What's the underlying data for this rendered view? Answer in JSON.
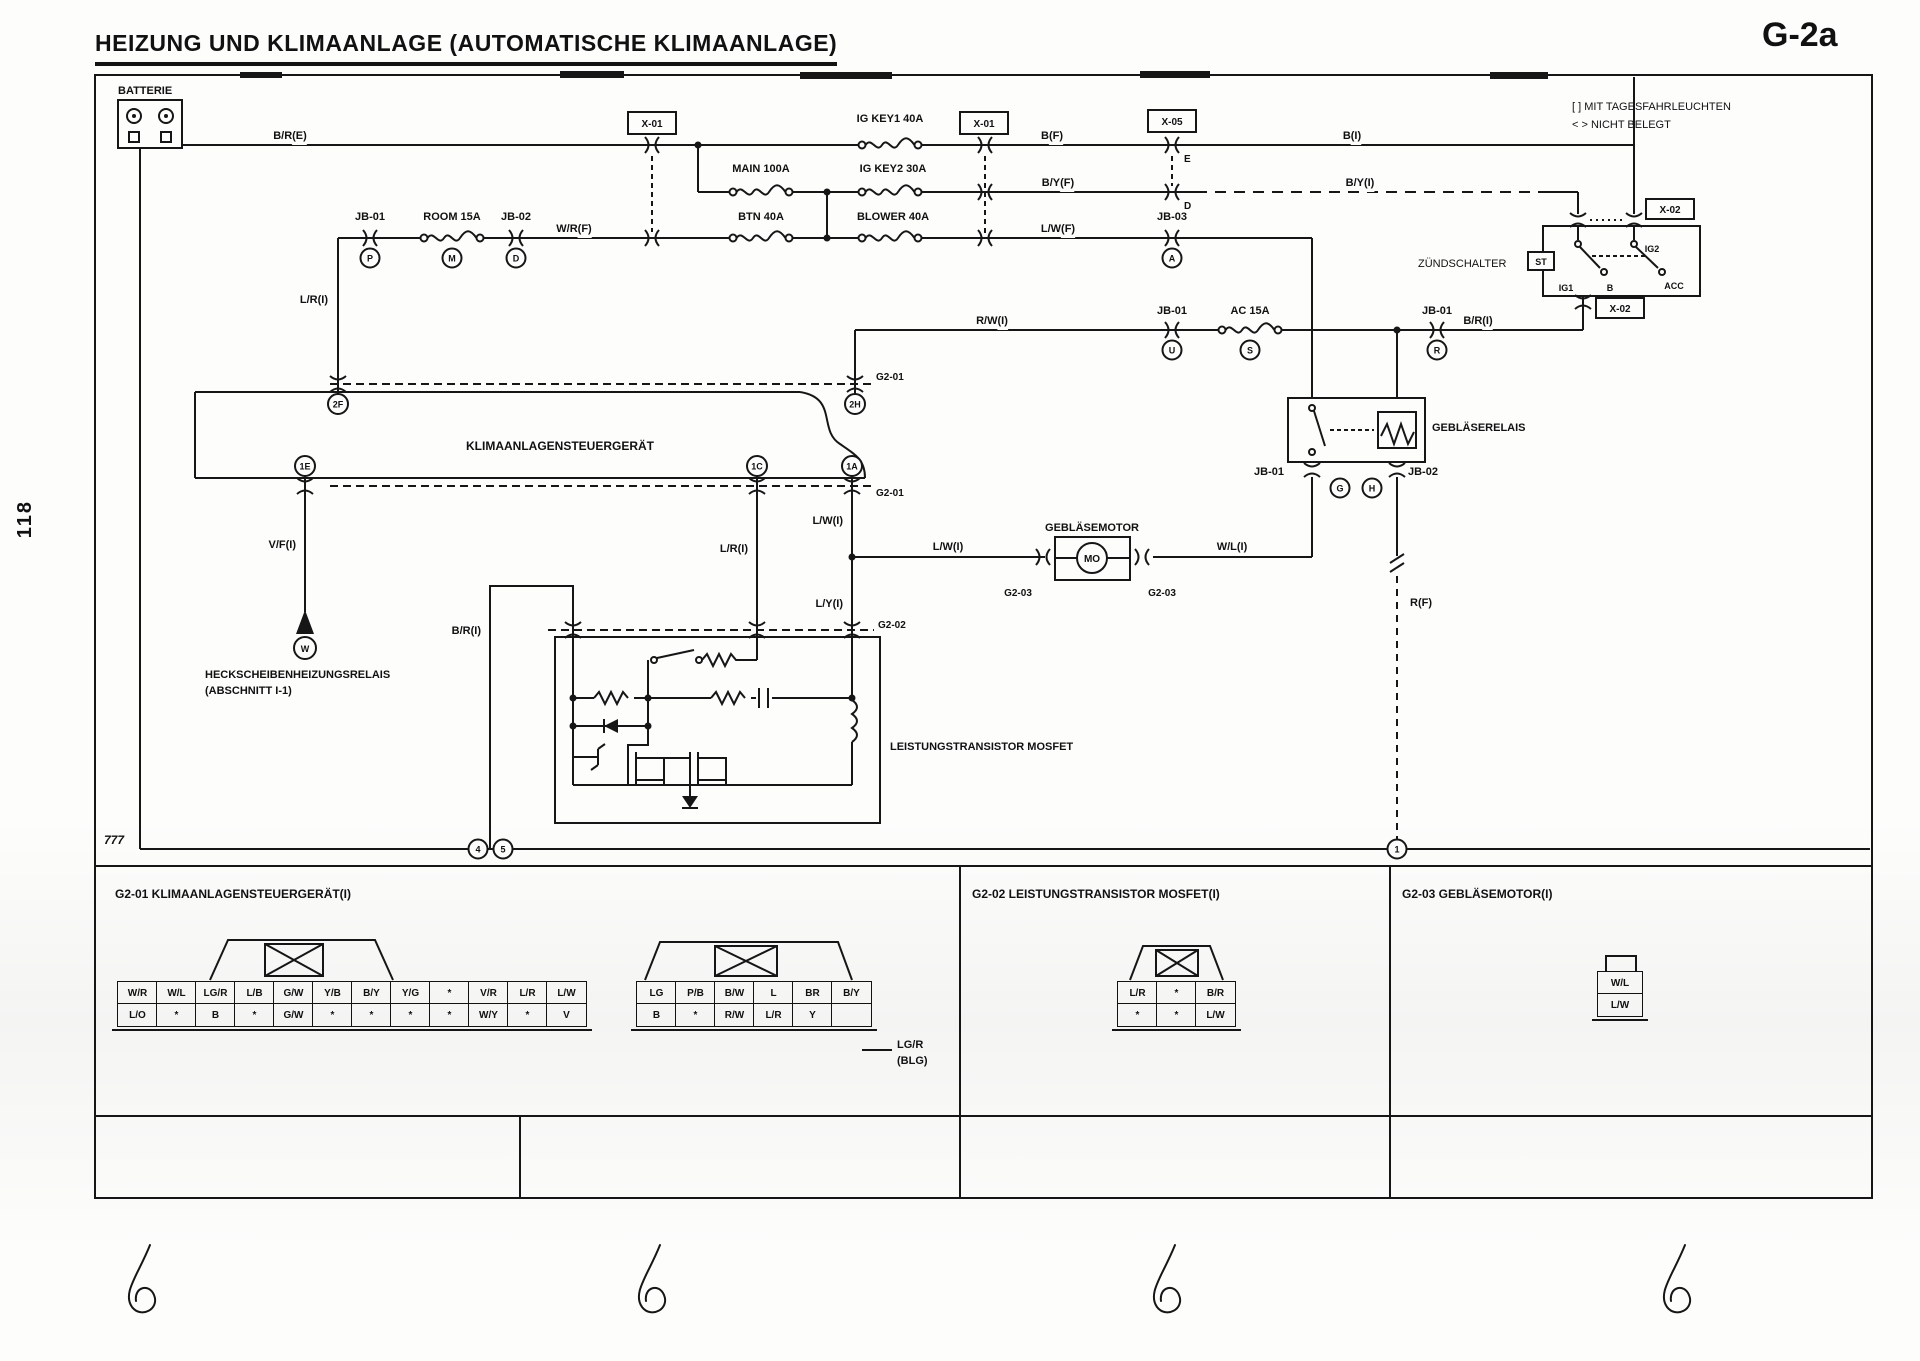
{
  "page": {
    "title": "HEIZUNG UND KLIMAANLAGE (AUTOMATISCHE KLIMAANLAGE)",
    "code": "G-2a",
    "number": "118"
  },
  "notes": {
    "daytime_running_lights": "[ ] MIT TAGESFAHRLEUCHTEN",
    "not_assigned": "< > NICHT BELEGT"
  },
  "components": {
    "battery": "BATTERIE",
    "ignition_switch": "ZÜNDSCHALTER",
    "climate_control_unit": "KLIMAANLAGENSTEUERGERÄT",
    "blower_relay": "GEBLÄSERELAIS",
    "blower_motor": "GEBLÄSEMOTOR",
    "motor_symbol": "MO",
    "power_transistor": "LEISTUNGSTRANSISTOR MOSFET",
    "rear_defogger_relay": "HECKSCHEIBENHEIZUNGSRELAIS",
    "rear_defogger_section": "(ABSCHNITT I-1)",
    "ground_marker": "777"
  },
  "fuses": {
    "ig_key1": "IG KEY1 40A",
    "main": "MAIN 100A",
    "ig_key2": "IG KEY2 30A",
    "btn": "BTN 40A",
    "blower": "BLOWER 40A",
    "room": "ROOM 15A",
    "ac": "AC 15A"
  },
  "wires": {
    "br_e": "B/R(E)",
    "b_f": "B(F)",
    "b_i": "B(I)",
    "by_f": "B/Y(F)",
    "by_i": "B/Y(I)",
    "wr_f": "W/R(F)",
    "lw_f": "L/W(F)",
    "lr_i_feed": "L/R(I)",
    "rw_i": "R/W(I)",
    "br_i_switch": "B/R(I)",
    "vf_i": "V/F(I)",
    "lr_i_ctrl": "L/R(I)",
    "lw_i_vert": "L/W(I)",
    "lw_i_motor": "L/W(I)",
    "ly_i": "L/Y(I)",
    "wl_i": "W/L(I)",
    "br_i_gnd": "B/R(I)",
    "r_f": "R(F)"
  },
  "connectors": {
    "x01_a": "X-01",
    "x01_b": "X-01",
    "x05": "X-05",
    "x02_top": "X-02",
    "x02_bottom": "X-02",
    "jb01_top": "JB-01",
    "jb02_top": "JB-02",
    "jb03": "JB-03",
    "jb01_mid": "JB-01",
    "jb01_mid2": "JB-01",
    "jb01_relay": "JB-01",
    "jb02_relay": "JB-02",
    "g201_top": "G2-01",
    "g201_bottom": "G2-01",
    "g202": "G2-02",
    "g203_left": "G2-03",
    "g203_right": "G2-03"
  },
  "pins": {
    "e": "E",
    "d": "D",
    "p": "P",
    "m": "M",
    "d2": "D",
    "a": "A",
    "u": "U",
    "s": "S",
    "r": "R",
    "g": "G",
    "h": "H",
    "w": "W",
    "n1": "1",
    "n4": "4",
    "n5": "5",
    "p2f": "2F",
    "p2h": "2H",
    "p1e": "1E",
    "p1c": "1C",
    "p1a": "1A",
    "st": "ST",
    "ig1": "IG1",
    "ig2": "IG2",
    "acc": "ACC",
    "b": "B"
  },
  "sections": {
    "g201": {
      "header": "G2-01 KLIMAANLAGENSTEUERGERÄT(I)",
      "connector_a": {
        "row1": [
          "W/R",
          "W/L",
          "LG/R",
          "L/B",
          "G/W",
          "Y/B",
          "B/Y",
          "Y/G",
          "*",
          "V/R",
          "L/R",
          "L/W"
        ],
        "row2": [
          "L/O",
          "*",
          "B",
          "*",
          "G/W",
          "*",
          "*",
          "*",
          "*",
          "W/Y",
          "*",
          "V"
        ]
      },
      "connector_b": {
        "row1": [
          "LG",
          "P/B",
          "B/W",
          "L",
          "BR",
          "B/Y"
        ],
        "row2": [
          "B",
          "*",
          "R/W",
          "L/R",
          "Y",
          ""
        ]
      },
      "note_line1": "LG/R",
      "note_line2": "(BLG)"
    },
    "g202": {
      "header": "G2-02 LEISTUNGSTRANSISTOR MOSFET(I)",
      "connector": {
        "row1": [
          "L/R",
          "*",
          "B/R"
        ],
        "row2": [
          "*",
          "*",
          "L/W"
        ]
      }
    },
    "g203": {
      "header": "G2-03 GEBLÄSEMOTOR(I)",
      "cells": [
        "W/L",
        "L/W"
      ]
    }
  }
}
